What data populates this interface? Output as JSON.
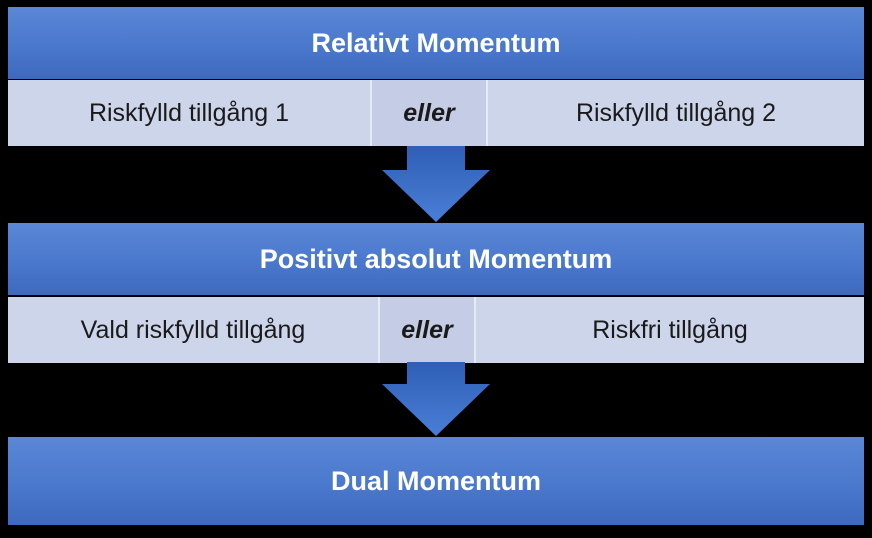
{
  "diagram": {
    "top_band": {
      "label": "Relativt Momentum"
    },
    "row1": {
      "left": "Riskfylld tillgång 1",
      "middle": "eller",
      "right": "Riskfylld tillgång 2"
    },
    "middle_band": {
      "label": "Positivt absolut Momentum"
    },
    "row2": {
      "left": "Vald riskfylld tillgång",
      "middle": "eller",
      "right": "Riskfri tillgång"
    },
    "bottom_band": {
      "label": "Dual Momentum"
    },
    "colors": {
      "band_blue": "#4a78cc",
      "cell_light": "#cdd5ea",
      "arrow_blue": "#3d6fc8",
      "background": "#000000"
    }
  }
}
